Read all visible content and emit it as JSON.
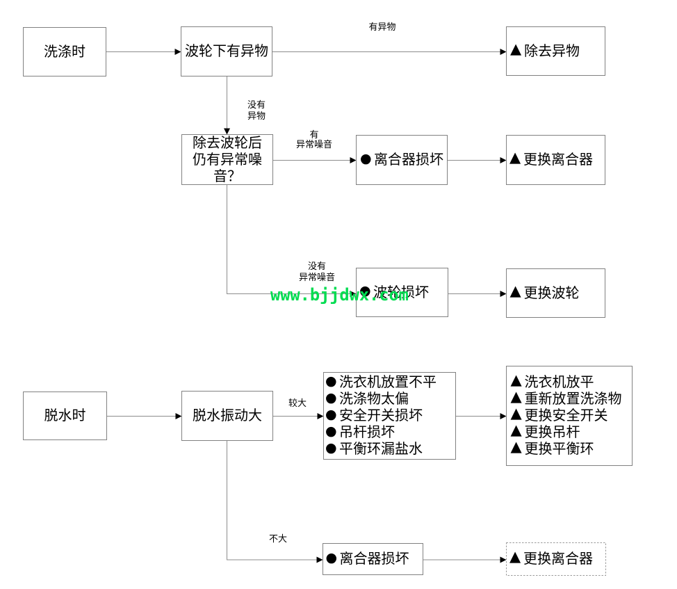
{
  "watermark": {
    "text": "www.bjjdwx.com",
    "color": "#00DC50"
  },
  "colors": {
    "background": "#ffffff",
    "box_border": "#818181",
    "connector_line": "#8c8c8c",
    "arrowhead": "#000000",
    "text": "#000000"
  },
  "section_washing": {
    "start": "洗涤时",
    "check_foreign_object": "波轮下有异物",
    "edge_has_object": "有异物",
    "action_remove_object": "▲除去异物",
    "edge_no_object": "没有\n异物",
    "question_noise": "除去波轮后仍有异常噪音？",
    "edge_has_noise": "有\n异常噪音",
    "cause_clutch_damaged": "●离合器损坏",
    "action_replace_clutch": "▲更换离合器",
    "edge_no_noise": "没有\n异常噪音",
    "cause_pulsator_damaged": "●波轮损坏",
    "action_replace_pulsator": "▲更换波轮"
  },
  "section_spinning": {
    "start": "脱水时",
    "check_vibration": "脱水振动大",
    "edge_large": "较大",
    "causes": [
      "●洗衣机放置不平",
      "●洗涤物太偏",
      "●安全开关损坏",
      "●吊杆损坏",
      "●平衡环漏盐水"
    ],
    "solutions": [
      "▲洗衣机放平",
      "▲重新放置洗涤物",
      "▲更换安全开关",
      "▲更换吊杆",
      "▲更换平衡环"
    ],
    "edge_small": "不大",
    "cause_clutch_damaged": "●离合器损坏",
    "action_replace_clutch": "▲更换离合器"
  }
}
